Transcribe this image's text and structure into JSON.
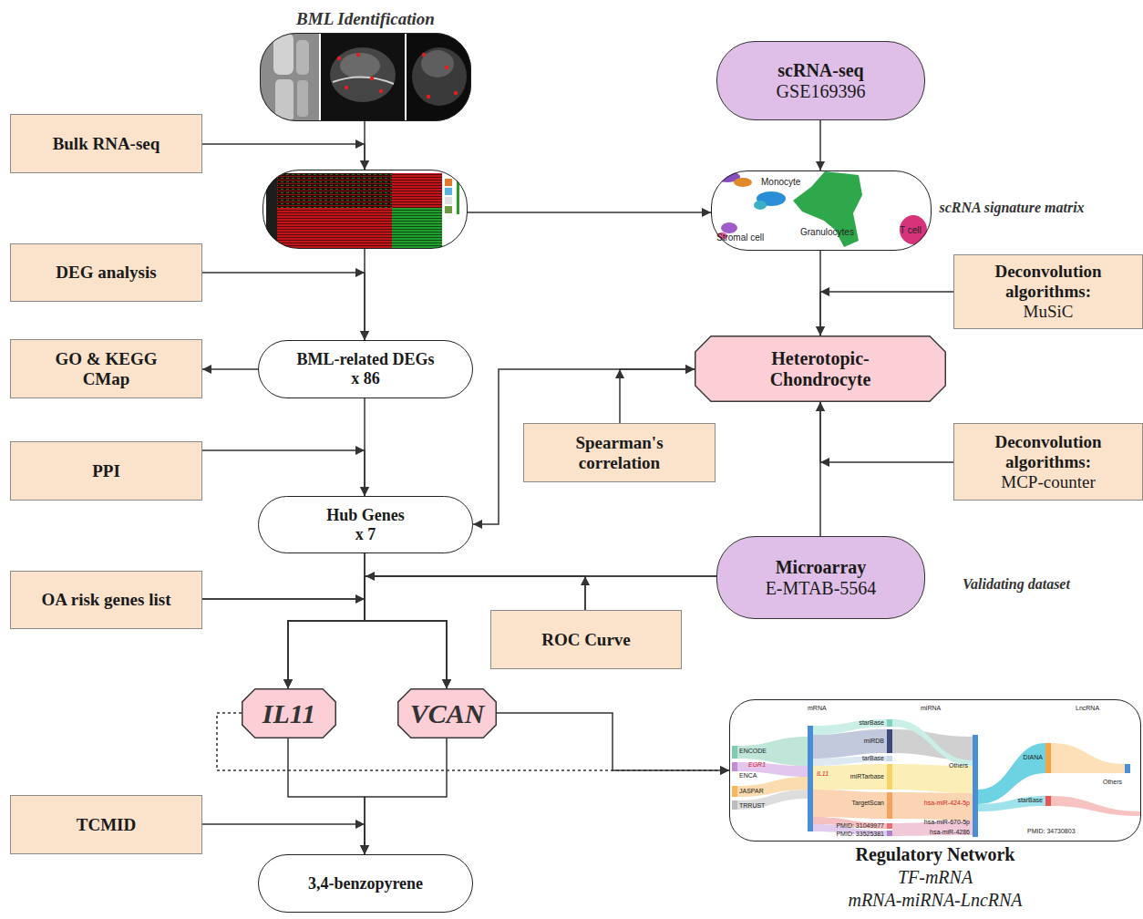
{
  "diagram": {
    "nodes": [
      {
        "text": [
          "BML Identification"
        ]
      },
      {
        "text": [
          "scRNA-seq",
          "GSE169396"
        ]
      },
      {
        "text": [
          "Bulk RNA-seq"
        ]
      },
      {
        "text": []
      },
      {
        "text": [
          "Monocyte",
          "Stromal cell",
          "Granulocytes",
          "T cell"
        ]
      },
      {
        "text": [
          "DEG analysis"
        ]
      },
      {
        "text": [
          "Deconvolution algorithms:",
          "MuSiC"
        ]
      },
      {
        "text": [
          "Heterotopic-Chondrocyte"
        ]
      },
      {
        "text": [
          "GO & KEGG",
          "CMap"
        ]
      },
      {
        "text": [
          "BML-related DEGs",
          "x 86"
        ]
      },
      {
        "text": [
          "Spearman's correlation"
        ]
      },
      {
        "text": [
          "Deconvolution algorithms:",
          "MCP-counter"
        ]
      },
      {
        "text": [
          "PPI"
        ]
      },
      {
        "text": [
          "Hub Genes",
          "x 7"
        ]
      },
      {
        "text": [
          "Microarray",
          "E-MTAB-5564"
        ]
      },
      {
        "text": [
          "OA risk genes list"
        ]
      },
      {
        "text": [
          "ROC Curve"
        ]
      },
      {
        "text": [
          "IL11"
        ]
      },
      {
        "text": [
          "VCAN"
        ]
      },
      {
        "text": [
          "Regulatory Network",
          "TF-mRNA",
          "mRNA-miRNA-LncRNA"
        ]
      },
      {
        "text": [
          "TCMID"
        ]
      },
      {
        "text": [
          "3,4-benzopyrene"
        ]
      }
    ],
    "edges": [
      {
        "from": 0,
        "to": 3,
        "arrow": "to"
      },
      {
        "from": 2,
        "to": 3,
        "arrow": "to"
      },
      {
        "from": 3,
        "to": 4,
        "arrow": "to"
      },
      {
        "from": 3,
        "to": 9,
        "arrow": "to"
      },
      {
        "from": 5,
        "to": 9,
        "arrow": "to"
      },
      {
        "from": 1,
        "to": 4,
        "arrow": "to"
      },
      {
        "from": 4,
        "to": 7,
        "arrow": "to"
      },
      {
        "from": 6,
        "to": 7,
        "arrow": "to"
      },
      {
        "from": 9,
        "to": 8,
        "arrow": "to"
      },
      {
        "from": 9,
        "to": 13,
        "arrow": "to"
      },
      {
        "from": 12,
        "to": 13,
        "arrow": "to"
      },
      {
        "from": 13,
        "to": 7,
        "arrow": "both"
      },
      {
        "from": 10,
        "to": 7,
        "arrow": "to"
      },
      {
        "from": 11,
        "to": 7,
        "arrow": "to"
      },
      {
        "from": 14,
        "to": 7,
        "arrow": "to"
      },
      {
        "from": 13,
        "to": 17,
        "arrow": "to"
      },
      {
        "from": 13,
        "to": 18,
        "arrow": "to"
      },
      {
        "from": 15,
        "to": 17,
        "arrow": "to"
      },
      {
        "from": 15,
        "to": 18,
        "arrow": "to"
      },
      {
        "from": 14,
        "to": 17,
        "arrow": "to"
      },
      {
        "from": 14,
        "to": 18,
        "arrow": "to"
      },
      {
        "from": 16,
        "to": 17,
        "arrow": "to"
      },
      {
        "from": 16,
        "to": 18,
        "arrow": "to"
      },
      {
        "from": 17,
        "to": 21,
        "arrow": "to"
      },
      {
        "from": 18,
        "to": 21,
        "arrow": "to"
      },
      {
        "from": 20,
        "to": 21,
        "arrow": "to"
      },
      {
        "from": 18,
        "to": 19,
        "arrow": "to"
      },
      {
        "from": 17,
        "to": 19,
        "arrow": "to"
      }
    ],
    "labels": [
      "scRNA signature matrix",
      "Validating dataset",
      "mRNA",
      "miRNA",
      "LncRNA",
      "ENCODE",
      "EGR1",
      "ENCA",
      "JASPAR",
      "TRRUST",
      "IL11",
      "starBase",
      "miRDB",
      "tarBase",
      "miRTarbase",
      "TargetScan",
      "PMID: 31049977",
      "PMID: 33525381",
      "Others",
      "hsa-miR-424-5p",
      "hsa-miR-670-5p",
      "hsa-miR-4286",
      "DIANA",
      "starBase",
      "Others",
      "PMID: 34730803"
    ]
  }
}
